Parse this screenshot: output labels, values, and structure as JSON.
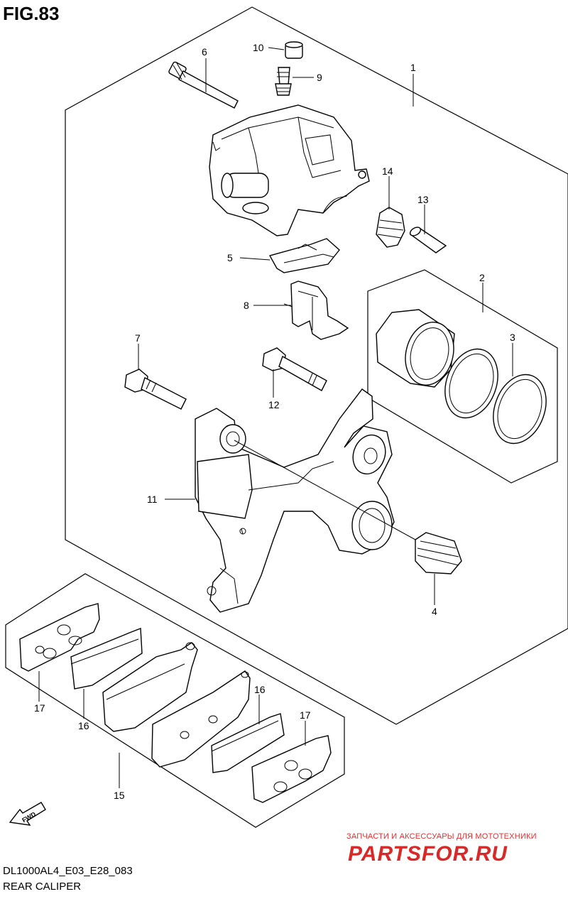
{
  "figure": {
    "title": "FIG.83"
  },
  "callouts": {
    "c1": "1",
    "c2": "2",
    "c3": "3",
    "c4": "4",
    "c5": "5",
    "c6": "6",
    "c7": "7",
    "c8": "8",
    "c9": "9",
    "c10": "10",
    "c11": "11",
    "c12": "12",
    "c13": "13",
    "c14": "14",
    "c15": "15",
    "c16a": "16",
    "c16b": "16",
    "c17a": "17",
    "c17b": "17"
  },
  "fwd_label": "FWD",
  "footer": {
    "model_code": "DL1000AL4_E03_E28_083",
    "section_name": "REAR CALIPER"
  },
  "watermark": {
    "tagline": "ЗАПЧАСТИ И АКСЕССУАРЫ ДЛЯ МОТОТЕХНИКИ",
    "brand": "PARTSFOR.RU"
  }
}
